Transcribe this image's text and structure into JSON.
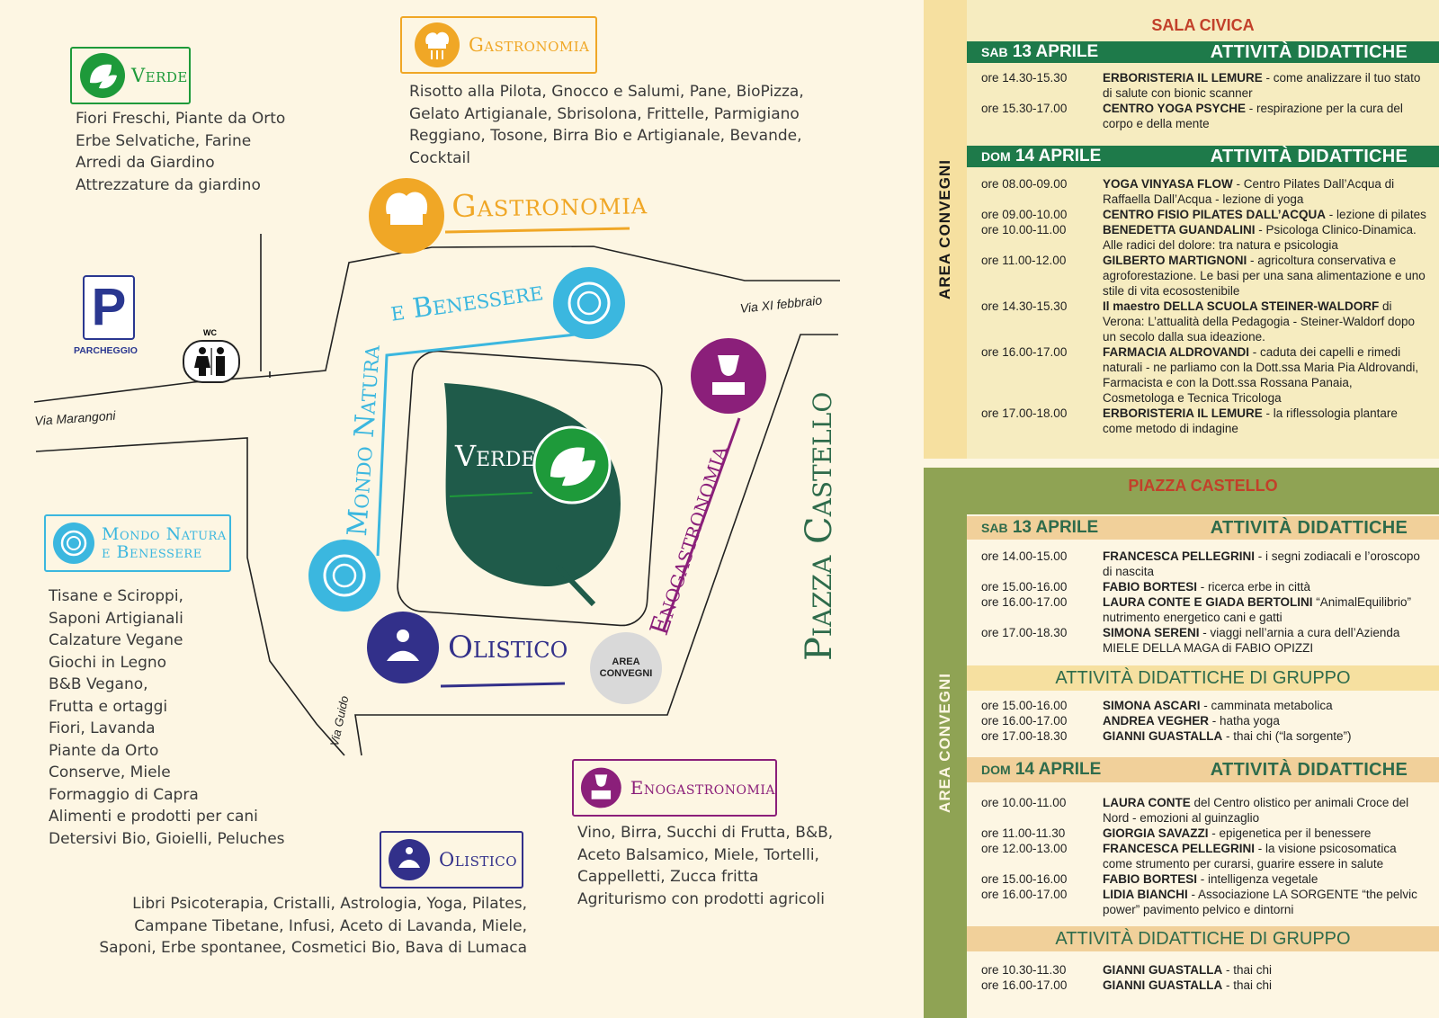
{
  "colors": {
    "verde": "#1e9a3a",
    "gastronomia": "#f0a726",
    "mondo": "#3bb7df",
    "olistico": "#32308a",
    "enogastronomia": "#8b1f7a",
    "leaf": "#1f5b4a",
    "panel_green": "#6f8a3e",
    "panel_cream": "#f6ecc0",
    "bar_green": "#1e7a4a",
    "bar_orange": "#f1d09a",
    "title_red": "#c2402a"
  },
  "map": {
    "verde_badge": "Verde",
    "verde_list": "Fiori Freschi, Piante da Orto\nErbe Selvatiche, Farine\nArredi da Giardino\nAttrezzature da giardino",
    "gastro_badge": "Gastronomia",
    "gastro_list": "Risotto alla Pilota, Gnocco e Salumi, Pane, BioPizza,\nGelato Artigianale, Sbrisolona, Frittelle, Parmigiano\nReggiano, Tosone, Birra Bio e Artigianale, Bevande,\nCocktail",
    "mondo_badge_1": "Mondo Natura",
    "mondo_badge_2": "e Benessere",
    "mondo_list": "Tisane e Sciroppi,\nSaponi Artigianali\nCalzature Vegane\nGiochi in Legno\nB&B Vegano,\nFrutta e ortaggi\nFiori, Lavanda\nPiante da Orto\nConserve, Miele\nFormaggio di Capra\nAlimenti e prodotti per cani\nDetersivi Bio, Gioielli, Peluches",
    "olistico_badge": "Olistico",
    "olistico_list": "Libri Psicoterapia, Cristalli, Astrologia, Yoga, Pilates,\nCampane Tibetane, Infusi, Aceto di Lavanda, Miele,\nSaponi, Erbe spontanee, Cosmetici Bio, Bava di Lumaca",
    "eno_badge": "Enogastronomia",
    "eno_list": "Vino, Birra, Succhi di Frutta, B&B,\nAceto Balsamico, Miele, Tortelli,\nCappelletti, Zucca fritta\nAgriturismo con prodotti agricoli",
    "parking_letter": "P",
    "parking_label": "PARCHEGGIO",
    "wc_label": "WC",
    "street_marangoni": "Via Marangoni",
    "street_xi_febbraio": "Via XI febbraio",
    "street_guido": "Via Guido",
    "piazza_label": "Piazza Castello",
    "zone_gastronomia": "Gastronomia",
    "zone_benessere": "e Benessere",
    "zone_mondo": "Mondo Natura",
    "zone_verde": "Verde",
    "zone_olistico": "Olistico",
    "zone_eno": "Enogastronomia",
    "area_convegni_1": "AREA",
    "area_convegni_2": "CONVEGNI"
  },
  "sala": {
    "vertical": "AREA CONVEGNI",
    "title": "SALA CIVICA",
    "sab": {
      "day": "SAB",
      "date": "13 APRILE",
      "heading": "ATTIVITÀ DIDATTICHE",
      "rows": [
        {
          "time": "ore 14.30-15.30",
          "bold": "ERBORISTERIA IL LEMURE",
          "text": " - come analizzare il tuo stato di salute con bionic scanner"
        },
        {
          "time": "ore 15.30-17.00",
          "bold": "CENTRO YOGA PSYCHE",
          "text": " - respirazione per la cura del corpo e della mente"
        }
      ]
    },
    "dom": {
      "day": "DOM",
      "date": "14 APRILE",
      "heading": "ATTIVITÀ DIDATTICHE",
      "rows": [
        {
          "time": "ore 08.00-09.00",
          "bold": "YOGA VINYASA FLOW",
          "text": " - Centro Pilates Dall’Acqua di Raffaella Dall’Acqua - lezione di yoga"
        },
        {
          "time": "ore 09.00-10.00",
          "bold": "CENTRO FISIO PILATES DALL’ACQUA",
          "text": " - lezione di pilates"
        },
        {
          "time": "ore 10.00-11.00",
          "bold": "BENEDETTA GUANDALINI",
          "text": " - Psicologa Clinico-Dinamica. Alle radici del dolore: tra natura e psicologia"
        },
        {
          "time": "ore 11.00-12.00",
          "bold": "GILBERTO MARTIGNONI",
          "text": " - agricoltura conservativa e agroforestazione. Le basi per una sana alimentazione e uno stile di vita ecosostenibile"
        },
        {
          "time": "ore 14.30-15.30",
          "bold": "Il maestro DELLA SCUOLA STEINER-WALDORF",
          "text": " di Verona: L’attualità della Pedagogia - Steiner-Waldorf dopo un secolo dalla sua ideazione."
        },
        {
          "time": "ore 16.00-17.00",
          "bold": "FARMACIA ALDROVANDI",
          "text": " - caduta dei capelli e rimedi naturali - ne parliamo con la Dott.ssa Maria Pia Aldrovandi, Farmacista e con la Dott.ssa Rossana Panaia, Cosmetologa e Tecnica Tricologa"
        },
        {
          "time": "ore 17.00-18.00",
          "bold": "ERBORISTERIA IL LEMURE",
          "text": " - la riflessologia plantare come metodo di indagine"
        }
      ]
    }
  },
  "piazza": {
    "vertical": "AREA CONVEGNI",
    "title": "PIAZZA CASTELLO",
    "sab": {
      "day": "SAB",
      "date": "13 APRILE",
      "heading": "ATTIVITÀ DIDATTICHE",
      "rows": [
        {
          "time": "ore 14.00-15.00",
          "bold": "FRANCESCA PELLEGRINI",
          "text": " - i segni zodiacali e l’oroscopo di nascita"
        },
        {
          "time": "ore 15.00-16.00",
          "bold": "FABIO BORTESI",
          "text": " - ricerca erbe in città"
        },
        {
          "time": "ore 16.00-17.00",
          "bold": "LAURA CONTE E GIADA BERTOLINI",
          "text": " “AnimalEquilibrio” nutrimento energetico cani e gatti"
        },
        {
          "time": "ore 17.00-18.30",
          "bold": "SIMONA SERENI",
          "text": " - viaggi nell’arnia a cura dell’Azienda MIELE DELLA MAGA di FABIO OPIZZI"
        }
      ]
    },
    "sab_group": {
      "heading": "ATTIVITÀ DIDATTICHE DI GRUPPO",
      "rows": [
        {
          "time": "ore 15.00-16.00",
          "bold": "SIMONA ASCARI",
          "text": " - camminata metabolica"
        },
        {
          "time": "ore 16.00-17.00",
          "bold": "ANDREA VEGHER",
          "text": " - hatha yoga"
        },
        {
          "time": "ore 17.00-18.30",
          "bold": "GIANNI GUASTALLA",
          "text": " - thai chi (“la sorgente”)"
        }
      ]
    },
    "dom": {
      "day": "DOM",
      "date": "14 APRILE",
      "heading": "ATTIVITÀ DIDATTICHE",
      "rows": [
        {
          "time": "ore 10.00-11.00",
          "bold": "LAURA CONTE",
          "text": " del Centro olistico per animali Croce del Nord - emozioni al guinzaglio"
        },
        {
          "time": "ore 11.00-11.30",
          "bold": "GIORGIA SAVAZZI",
          "text": " - epigenetica per il benessere"
        },
        {
          "time": "ore 12.00-13.00",
          "bold": "FRANCESCA PELLEGRINI",
          "text": " - la visione psicosomatica come strumento per curarsi, guarire essere in salute"
        },
        {
          "time": "ore 15.00-16.00",
          "bold": "FABIO BORTESI",
          "text": " - intelligenza vegetale"
        },
        {
          "time": "ore 16.00-17.00",
          "bold": "LIDIA BIANCHI",
          "text": " - Associazione LA SORGENTE “the pelvic power” pavimento pelvico e dintorni"
        }
      ]
    },
    "dom_group": {
      "heading": "ATTIVITÀ DIDATTICHE DI GRUPPO",
      "rows": [
        {
          "time": "ore 10.30-11.30",
          "bold": "GIANNI GUASTALLA",
          "text": " - thai chi"
        },
        {
          "time": "ore 16.00-17.00",
          "bold": "GIANNI GUASTALLA",
          "text": " - thai chi"
        }
      ]
    }
  }
}
